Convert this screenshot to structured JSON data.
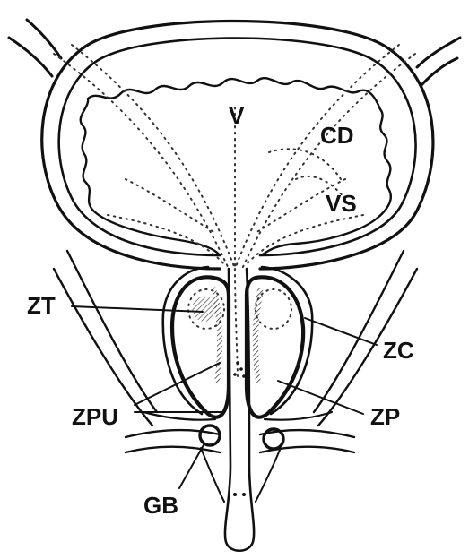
{
  "labels": {
    "v": "V",
    "cd": "CD",
    "vs": "VS",
    "zt": "ZT",
    "zc": "ZC",
    "zpu": "ZPU",
    "zp": "ZP",
    "gb": "GB"
  },
  "colors": {
    "ink": "#111111",
    "background": "#ffffff"
  }
}
